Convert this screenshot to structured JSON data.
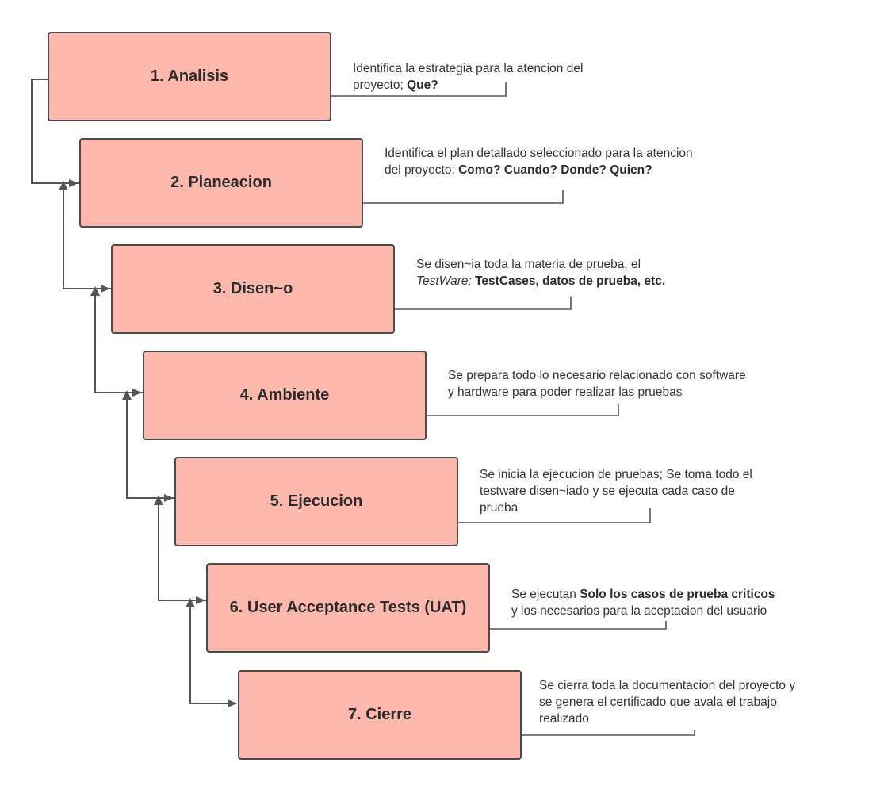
{
  "phases": [
    {
      "title": "1. Analisis",
      "note": [
        [
          {
            "t": "Identifica la estrategia para la atencion del"
          }
        ],
        [
          {
            "t": "proyecto; "
          },
          {
            "t": "Que?",
            "b": true
          }
        ]
      ]
    },
    {
      "title": "2. Planeacion",
      "note": [
        [
          {
            "t": "Identifica el plan detallado seleccionado para la atencion"
          }
        ],
        [
          {
            "t": "del proyecto; "
          },
          {
            "t": "Como? Cuando? Donde? Quien?",
            "b": true
          }
        ]
      ]
    },
    {
      "title": "3. Disen~o",
      "note": [
        [
          {
            "t": "Se disen~ia toda la materia de prueba, el"
          }
        ],
        [
          {
            "t": "TestWare;",
            "i": true
          },
          {
            "t": " "
          },
          {
            "t": "TestCases, datos de prueba, etc.",
            "b": true
          }
        ]
      ]
    },
    {
      "title": "4. Ambiente",
      "note": [
        [
          {
            "t": "Se prepara todo lo necesario relacionado con software"
          }
        ],
        [
          {
            "t": "y hardware para poder realizar las pruebas"
          }
        ]
      ]
    },
    {
      "title": "5. Ejecucion",
      "note": [
        [
          {
            "t": "Se inicia la ejecucion de pruebas; Se toma todo el"
          }
        ],
        [
          {
            "t": "testware disen~iado  y se ejecuta cada caso de"
          }
        ],
        [
          {
            "t": "prueba"
          }
        ]
      ]
    },
    {
      "title": "6. User Acceptance Tests (UAT)",
      "note": [
        [
          {
            "t": "Se ejecutan "
          },
          {
            "t": "Solo los casos de prueba criticos",
            "b": true
          }
        ],
        [
          {
            "t": "y los necesarios para la aceptacion del usuario"
          }
        ]
      ]
    },
    {
      "title": "7. Cierre",
      "note": [
        [
          {
            "t": "Se cierra toda la documentacion del proyecto y"
          }
        ],
        [
          {
            "t": "se genera el certificado que avala el trabajo"
          }
        ],
        [
          {
            "t": "realizado"
          }
        ]
      ]
    }
  ],
  "colors": {
    "box_fill": "#fdb8ae",
    "box_border": "#4a4a4a",
    "connector": "#555555"
  }
}
